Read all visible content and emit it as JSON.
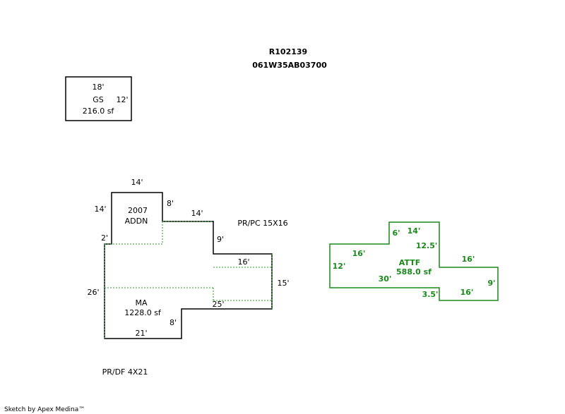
{
  "header": {
    "account_id": "R102139",
    "map_taxlot": "061W35AB03700"
  },
  "colors": {
    "outline": "#000000",
    "attached_section": "#1a8a1a",
    "interior_line": "#2e9a2e"
  },
  "gs_box": {
    "label": "GS",
    "area": "216.0 sf",
    "dim_top": "18'",
    "dim_right": "12'"
  },
  "main_house": {
    "addn_label_1": "2007",
    "addn_label_2": "ADDN",
    "ma_label": "MA",
    "ma_area": "1228.0 sf",
    "dims": {
      "top": "14'",
      "left_upper": "14'",
      "addn_right": "8'",
      "step_top": "14'",
      "step_right": "9'",
      "inner_16": "16'",
      "right_15": "15'",
      "left_2": "2'",
      "left_26": "26'",
      "bottom_25": "25'",
      "bottom_8": "8'",
      "bottom_21": "21'"
    },
    "pr_pc": "PR/PC 15X16",
    "pr_df": "PR/DF 4X21"
  },
  "attf": {
    "label": "ATTF",
    "area": "588.0 sf",
    "dims": {
      "d6": "6'",
      "d14": "14'",
      "d12_5": "12.5'",
      "d16_left": "16'",
      "d12": "12'",
      "d30": "30'",
      "d16_right": "16'",
      "d9": "9'",
      "d3_5": "3.5'",
      "d16_bottom": "16'"
    }
  },
  "footer": {
    "credit": "Sketch by Apex Medina™"
  }
}
